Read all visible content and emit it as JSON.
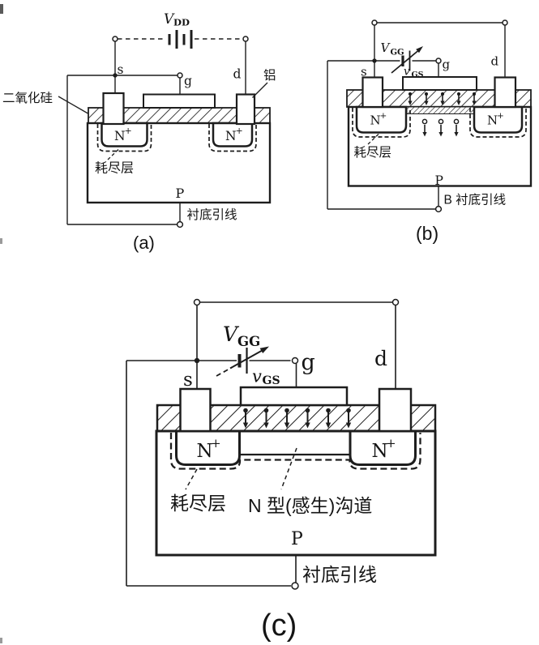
{
  "colors": {
    "line": "#1d1d1d",
    "background": "#ffffff",
    "text": "#141414"
  },
  "figures": {
    "a": {
      "caption": "(a)",
      "supply": {
        "sym": "V",
        "sub": "DD"
      },
      "terminals": {
        "source": "s",
        "gate": "g",
        "drain": "d"
      },
      "labels": {
        "aluminum": "铝",
        "silicon_dioxide": "二氧化硅",
        "n_plus": "N",
        "n_plus_sup": "+",
        "depletion_layer": "耗尽层",
        "substrate": "P",
        "substrate_lead": "衬底引线"
      }
    },
    "b": {
      "caption": "(b)",
      "supply": {
        "sym": "V",
        "sub": "GG"
      },
      "gs": {
        "sym": "v",
        "sub": "GS"
      },
      "terminals": {
        "source": "s",
        "gate": "g",
        "drain": "d"
      },
      "labels": {
        "n_plus": "N",
        "n_plus_sup": "+",
        "depletion_layer": "耗尽层",
        "substrate": "P",
        "substrate_lead": "B 衬底引线"
      }
    },
    "c": {
      "caption": "(c)",
      "supply": {
        "sym": "V",
        "sub": "GG"
      },
      "gs": {
        "sym": "v",
        "sub": "GS"
      },
      "terminals": {
        "source": "s",
        "gate": "g",
        "drain": "d"
      },
      "labels": {
        "n_plus": "N",
        "n_plus_sup": "+",
        "depletion_layer": "耗尽层",
        "channel": "N 型(感生)沟道",
        "substrate": "P",
        "substrate_lead": "衬底引线"
      }
    }
  }
}
